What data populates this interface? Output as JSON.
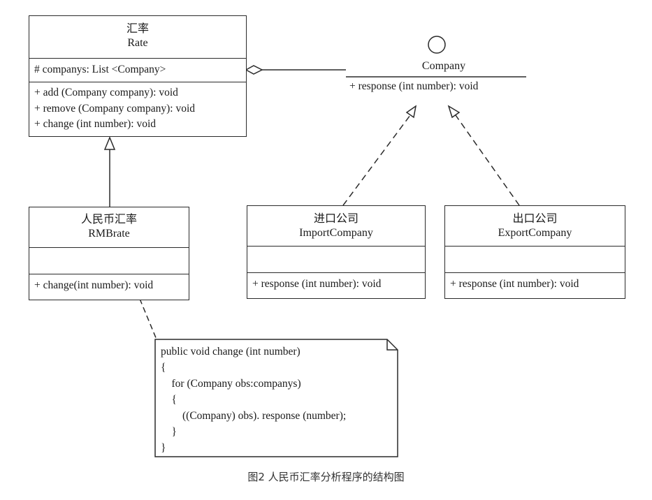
{
  "rate": {
    "cn": "汇率",
    "en": "Rate",
    "attribute": "# companys: List <Company>",
    "operations": [
      "+ add (Company company): void",
      "+ remove (Company company): void",
      "+ change (int number): void"
    ]
  },
  "company": {
    "name": "Company",
    "operation": "+ response (int number): void"
  },
  "rmbrate": {
    "cn": "人民币汇率",
    "en": "RMBrate",
    "operation": "+ change(int number): void"
  },
  "import_company": {
    "cn": "进口公司",
    "en": "ImportCompany",
    "operation": "+ response (int number): void"
  },
  "export_company": {
    "cn": "出口公司",
    "en": "ExportCompany",
    "operation": "+ response (int number): void"
  },
  "note": {
    "lines": [
      "public void change (int number)",
      "{",
      "    for (Company obs:companys)",
      "    {",
      "        ((Company) obs). response (number);",
      "    }",
      "}"
    ]
  },
  "caption": "图2 人民币汇率分析程序的结构图"
}
